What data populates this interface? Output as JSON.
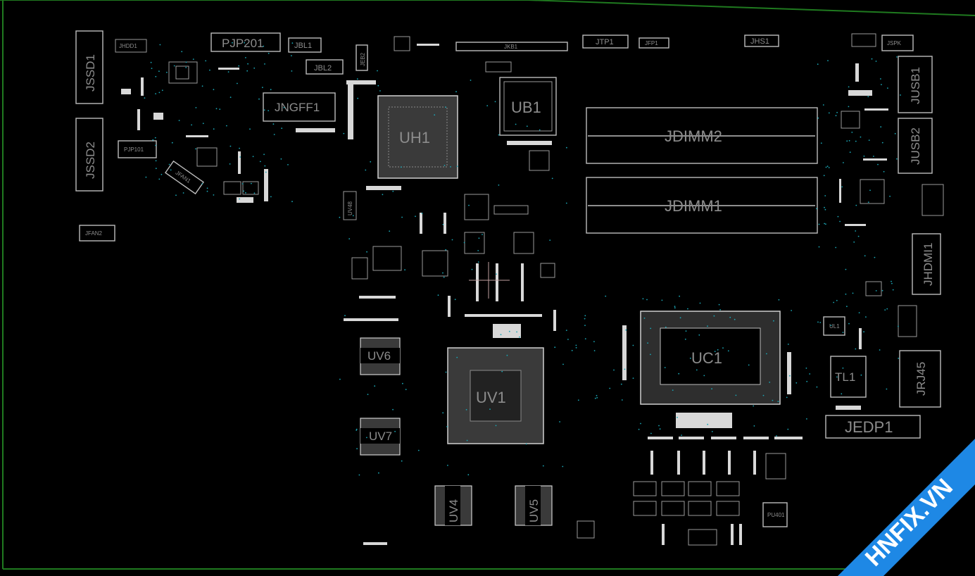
{
  "board": {
    "labels": {
      "jssd1": "JSSD1",
      "jssd2": "JSSD2",
      "jhdd1": "JHDD1",
      "pjp201": "PJP201",
      "jbl1": "JBL1",
      "jbl2": "JBL2",
      "jngff1": "JNGFF1",
      "pjp101": "PJP101",
      "jfan1": "JFAN1",
      "jfan2": "JFAN2",
      "jeb2": "JEB2",
      "jkb1": "JKB1",
      "jtp1": "JTP1",
      "jfp1": "JFP1",
      "jhs1": "JHS1",
      "jspk": "JSPK",
      "jusb1": "JUSB1",
      "jusb2": "JUSB2",
      "jhdmi1": "JHDMI1",
      "jrj45": "JRJ45",
      "tl1": "TL1",
      "jedp1": "JEDP1",
      "uh1": "UH1",
      "ub1": "UB1",
      "jdimm2": "JDIMM2",
      "jdimm1": "JDIMM1",
      "uc1": "UC1",
      "uv1": "UV1",
      "uv4": "UV4",
      "uv5": "UV5",
      "uv6": "UV6",
      "uv7": "UV7",
      "uv48": "UV48",
      "ul1": "UL1",
      "pu401": "PU401"
    }
  },
  "watermark": {
    "text": "HNFIX.VN",
    "color": "#1e88e5"
  },
  "colors": {
    "background": "#000000",
    "outline": "#bdbdbd",
    "label": "#8c8c8c",
    "via": "#1aa6b5",
    "border": "#1f7a1f"
  }
}
